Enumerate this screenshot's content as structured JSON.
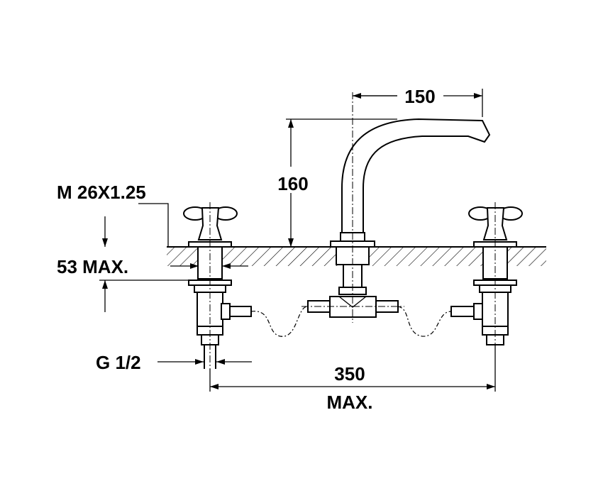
{
  "diagram": {
    "title": "Three-hole deck-mounted mixer tap dimension drawing",
    "dimensions": {
      "spout_reach": "150",
      "spout_height": "160",
      "thread": "M 26X1.25",
      "deck_thickness": "53 MAX.",
      "connection": "G 1/2",
      "spread": "350",
      "spread_suffix": "MAX."
    }
  }
}
